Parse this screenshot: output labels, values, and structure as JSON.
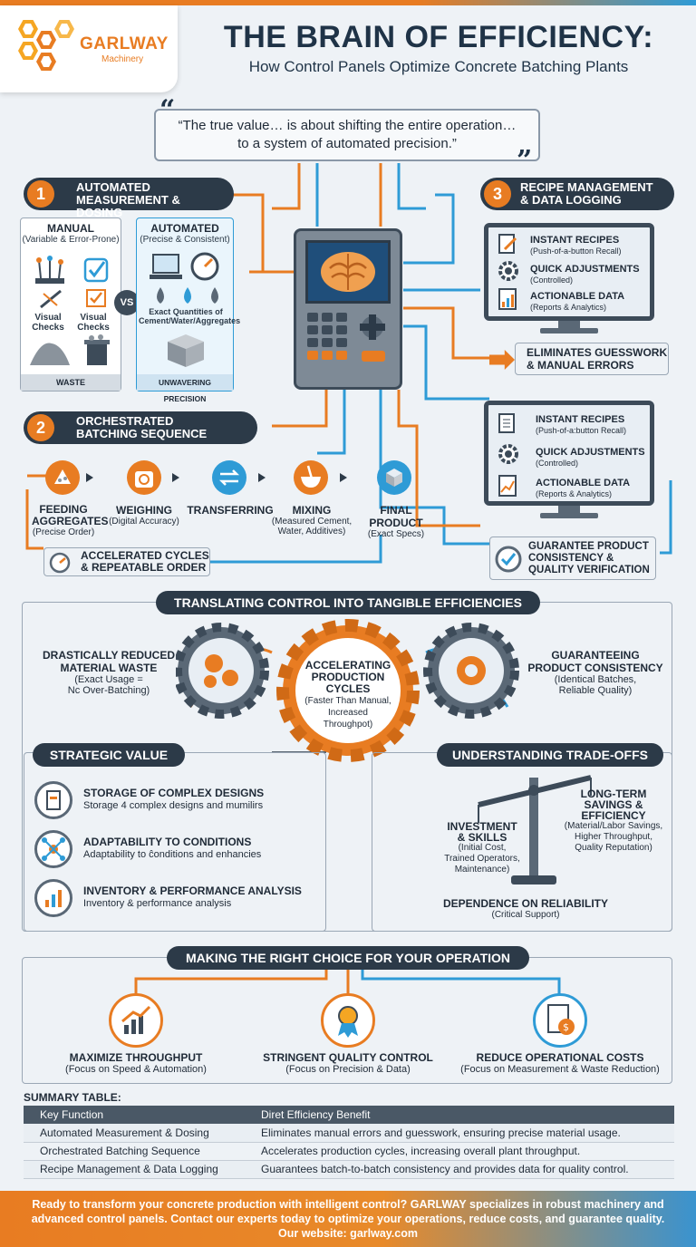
{
  "brand": {
    "name": "GARLWAY",
    "sub": "Machinery"
  },
  "title": "THE BRAIN OF EFFICIENCY:",
  "subtitle": "How Control Panels Optimize Concrete Batching Plants",
  "quote": {
    "line1": "“The true value… is about shifting the entire operation…",
    "line2": "to a system of automated precision.”"
  },
  "section1": {
    "num": "1",
    "title_l1": "AUTOMATED",
    "title_l2": "MEASUREMENT & DOSING",
    "manual": {
      "title": "MANUAL",
      "sub": "(Variable & Error-Prone)",
      "check1": "Visual Checks",
      "check2": "Visual Checks",
      "footer": "WASTE"
    },
    "vs": "VS",
    "automated": {
      "title": "AUTOMATED",
      "sub": "(Precise & Consistent)",
      "qty": "Exact Quantities of Cement/Water/Aggregates",
      "footer": "UNWAVERING PRECISION"
    }
  },
  "section2": {
    "num": "2",
    "title_l1": "ORCHESTRATED",
    "title_l2": "BATCHING SEQUENCE",
    "steps": [
      {
        "title": "FEEDING AGGREGATES",
        "sub": "(Precise Order)"
      },
      {
        "title": "WEIGHING",
        "sub": "(Digital Accuracy)"
      },
      {
        "title": "TRANSFERRING",
        "sub": ""
      },
      {
        "title": "MIXING",
        "sub": "(Measured Cement, Water, Additives)"
      },
      {
        "title": "FINAL PRODUCT",
        "sub": "(Exact Specs)"
      }
    ],
    "callout_l1": "ACCELERATED CYCLES",
    "callout_l2": "& REPEATABLE ORDER"
  },
  "section3": {
    "num": "3",
    "title_l1": "RECIPE MANAGEMENT",
    "title_l2": "& DATA LOGGING",
    "monitor1": [
      {
        "title": "INSTANT RECIPES",
        "sub": "(Push-of-a-button Recall)"
      },
      {
        "title": "QUICK ADJUSTMENTS",
        "sub": "(Controlled)"
      },
      {
        "title": "ACTIONABLE DATA",
        "sub": "(Reports & Analytics)"
      }
    ],
    "callout1_l1": "ELIMINATES GUESSWORK",
    "callout1_l2": "& MANUAL ERRORS",
    "monitor2": [
      {
        "title": "INSTANT RECIPES",
        "sub": "(Push-of-a:button Recall)"
      },
      {
        "title": "QUICK ADJUSTMENTS",
        "sub": "(Controlled)"
      },
      {
        "title": "ACTIONABLE DATA",
        "sub": "(Reports & Analytics)"
      }
    ],
    "callout2_l1": "GUARANTEE PRODUCT",
    "callout2_l2": "CONSISTENCY &",
    "callout2_l3": "QUALITY VERIFICATION"
  },
  "efficiencies": {
    "heading": "TRANSLATING CONTROL INTO TANGIBLE EFFICIENCIES",
    "left": {
      "l1": "DRASTICALLY REDUCED",
      "l2": "MATERIAL WASTE",
      "s1": "(Exact Usage =",
      "s2": "Nc Over-Batching)"
    },
    "center": {
      "l1": "ACCELERATING",
      "l2": "PRODUCTION",
      "l3": "CYCLES",
      "s1": "(Faster Than Manual,",
      "s2": "Increased",
      "s3": "Throughpot)"
    },
    "right": {
      "l1": "GUARANTEEING",
      "l2": "PRODUCT CONSISTENCY",
      "s1": "(Identical Batches,",
      "s2": "Reliable Quality)"
    }
  },
  "strategic": {
    "heading": "STRATEGIC VALUE",
    "items": [
      {
        "title": "STORAGE OF COMPLEX DESIGNS",
        "sub": "Storage 4 complex designs and mumilirs"
      },
      {
        "title": "ADAPTABILITY TO CONDITIONS",
        "sub": "Adaptability to ĉonditions and enhancies"
      },
      {
        "title": "INVENTORY & PERFORMANCE ANALYSIS",
        "sub": "Inventory & performance analysis"
      }
    ]
  },
  "tradeoffs": {
    "heading": "UNDERSTANDING TRADE-OFFS",
    "left": {
      "l1": "INVESTMENT",
      "l2": "& SKILLS",
      "s1": "(Initial Cost,",
      "s2": "Trained Operators,",
      "s3": "Maintenance)"
    },
    "right": {
      "l1": "LONG-TERM",
      "l2": "SAVINGS &",
      "l3": "EFFICIENCY",
      "s1": "(Material/Labor Savings,",
      "s2": "Higher Throughput,",
      "s3": "Quality Reputation)"
    },
    "bottom": {
      "l1": "DEPENDENCE ON RELIABILITY",
      "s1": "(Critical Support)"
    }
  },
  "choice": {
    "heading": "MAKING THE RIGHT CHOICE FOR YOUR OPERATION",
    "items": [
      {
        "title": "MAXIMIZE THROUGHPUT",
        "sub": "(Focus on Speed & Automation)"
      },
      {
        "title": "STRINGENT QUALITY CONTROL",
        "sub": "(Focus on Precision & Data)"
      },
      {
        "title": "REDUCE OPERATIONAL COSTS",
        "sub": "(Focus on Measurement & Waste Reduction)"
      }
    ]
  },
  "summary": {
    "label": "SUMMARY TABLE:",
    "headers": [
      "Key Function",
      "Diret Efficiency Benefit"
    ],
    "rows": [
      [
        "Automated Measurement & Dosing",
        "Eliminates manual errors and guesswork, ensuring precise material usage."
      ],
      [
        "Orchestrated Batching Sequence",
        "Accelerates production cycles, increasing overall plant throughput."
      ],
      [
        "Recipe Management & Data Logging",
        "Guarantees batch-to-batch consistency and provides data for quality control."
      ]
    ]
  },
  "footer": {
    "line1": "Ready to transform your concrete production with intelligent control? GARLWAY specializes in robust machinery and",
    "line2": "advanced control panels. Contact our experts today to optimize your operations, reduce costs, and guarantee quality.",
    "line3": "Our website: garlway.com"
  },
  "colors": {
    "orange": "#e87c22",
    "blue": "#2e9bd6",
    "dark": "#2c3a48"
  }
}
